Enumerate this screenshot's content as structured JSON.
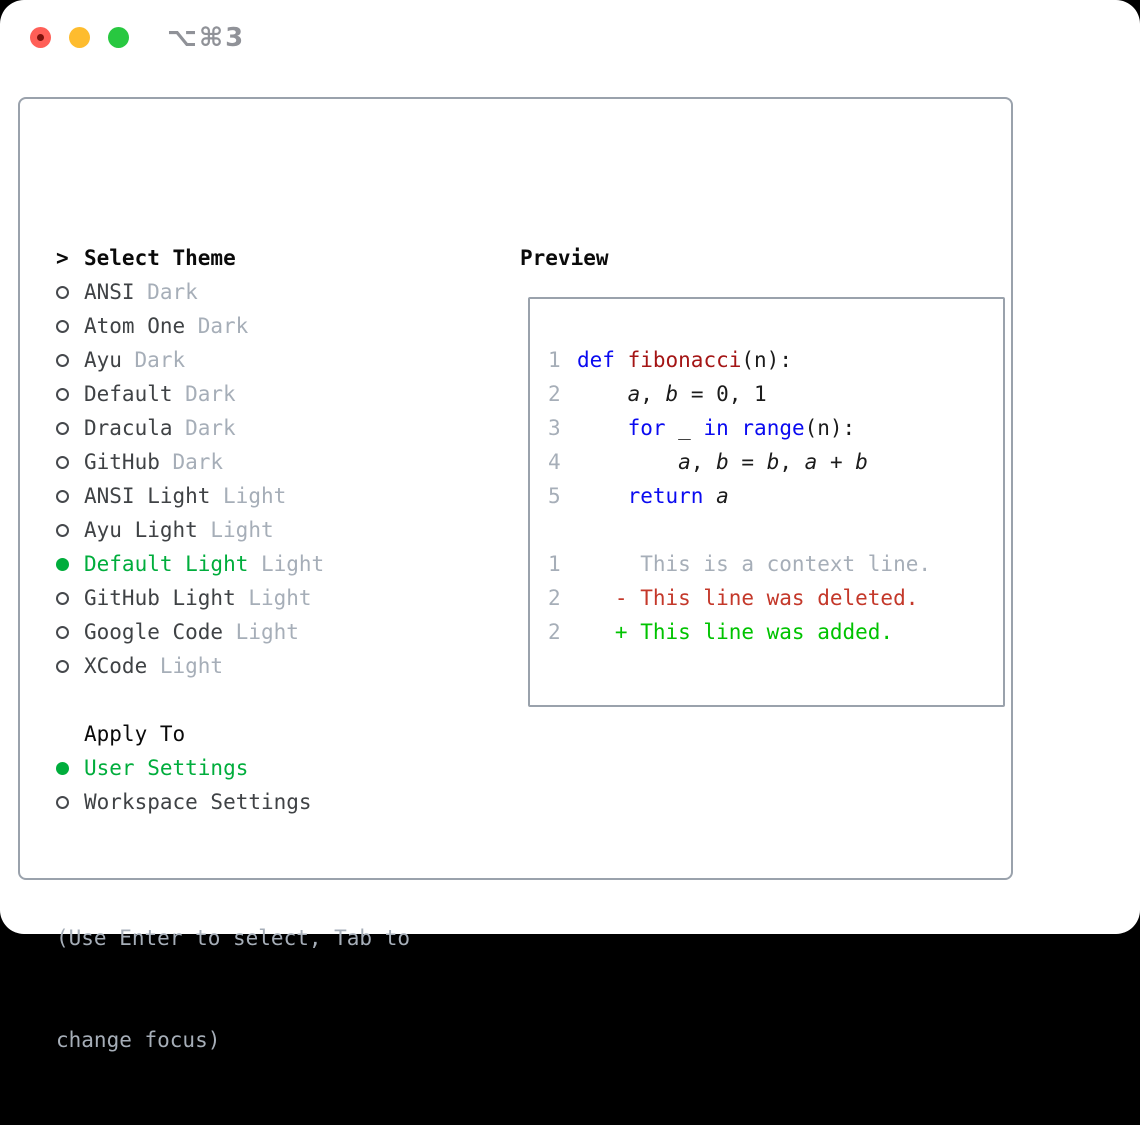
{
  "window": {
    "title": "⌥⌘3",
    "traffic_lights": [
      "close",
      "minimize",
      "zoom"
    ]
  },
  "colors": {
    "green": "#00ad3c",
    "green_bright": "#00c300",
    "red": "#c4382a",
    "blue": "#0a0af0",
    "darkred": "#a41515",
    "gray": "#a6aeb8",
    "dark": "#3f4245",
    "border": "#9aa2ac",
    "tl_red": "#ff5f57",
    "tl_yellow": "#febc2e",
    "tl_green": "#28c840"
  },
  "theme_panel": {
    "header": {
      "prompt": ">",
      "label": "Select Theme"
    },
    "themes": [
      {
        "name": "ANSI",
        "tag": "Dark",
        "selected": false
      },
      {
        "name": "Atom One",
        "tag": "Dark",
        "selected": false
      },
      {
        "name": "Ayu",
        "tag": "Dark",
        "selected": false
      },
      {
        "name": "Default",
        "tag": "Dark",
        "selected": false
      },
      {
        "name": "Dracula",
        "tag": "Dark",
        "selected": false
      },
      {
        "name": "GitHub",
        "tag": "Dark",
        "selected": false
      },
      {
        "name": "ANSI Light",
        "tag": "Light",
        "selected": false
      },
      {
        "name": "Ayu Light",
        "tag": "Light",
        "selected": false
      },
      {
        "name": "Default Light",
        "tag": "Light",
        "selected": true
      },
      {
        "name": "GitHub Light",
        "tag": "Light",
        "selected": false
      },
      {
        "name": "Google Code",
        "tag": "Light",
        "selected": false
      },
      {
        "name": "XCode",
        "tag": "Light",
        "selected": false
      }
    ],
    "apply_to": {
      "label": "Apply To",
      "options": [
        {
          "name": "User Settings",
          "selected": true
        },
        {
          "name": "Workspace Settings",
          "selected": false
        }
      ]
    },
    "hint": {
      "line1": "(Use Enter to select, Tab to",
      "line2": "change focus)"
    }
  },
  "preview": {
    "label": "Preview",
    "lines": [
      {
        "n": "1",
        "tokens": [
          {
            "t": "def",
            "s": "kw"
          },
          {
            "t": " ",
            "s": "p"
          },
          {
            "t": "fibonacci",
            "s": "fn"
          },
          {
            "t": "(n):",
            "s": "p"
          }
        ]
      },
      {
        "n": "2",
        "tokens": [
          {
            "t": "    ",
            "s": "p"
          },
          {
            "t": "a",
            "s": "var"
          },
          {
            "t": ", ",
            "s": "p"
          },
          {
            "t": "b",
            "s": "var"
          },
          {
            "t": " = 0, 1",
            "s": "p"
          }
        ]
      },
      {
        "n": "3",
        "tokens": [
          {
            "t": "    ",
            "s": "p"
          },
          {
            "t": "for",
            "s": "kw"
          },
          {
            "t": " _ ",
            "s": "p"
          },
          {
            "t": "in",
            "s": "kw"
          },
          {
            "t": " ",
            "s": "p"
          },
          {
            "t": "range",
            "s": "kw"
          },
          {
            "t": "(n):",
            "s": "p"
          }
        ]
      },
      {
        "n": "4",
        "tokens": [
          {
            "t": "        ",
            "s": "p"
          },
          {
            "t": "a",
            "s": "var"
          },
          {
            "t": ", ",
            "s": "p"
          },
          {
            "t": "b",
            "s": "var"
          },
          {
            "t": " = ",
            "s": "p"
          },
          {
            "t": "b",
            "s": "var"
          },
          {
            "t": ", ",
            "s": "p"
          },
          {
            "t": "a",
            "s": "var"
          },
          {
            "t": " + ",
            "s": "p"
          },
          {
            "t": "b",
            "s": "var"
          }
        ]
      },
      {
        "n": "5",
        "tokens": [
          {
            "t": "    ",
            "s": "p"
          },
          {
            "t": "return",
            "s": "kw"
          },
          {
            "t": " ",
            "s": "p"
          },
          {
            "t": "a",
            "s": "var"
          }
        ]
      },
      {
        "n": "",
        "tokens": []
      },
      {
        "n": "1",
        "tokens": [
          {
            "t": "     This is a context line.",
            "s": "ctx"
          }
        ]
      },
      {
        "n": "2",
        "tokens": [
          {
            "t": "   - This line was deleted.",
            "s": "del"
          }
        ]
      },
      {
        "n": "2",
        "tokens": [
          {
            "t": "   + This line was added.",
            "s": "add"
          }
        ]
      }
    ]
  }
}
